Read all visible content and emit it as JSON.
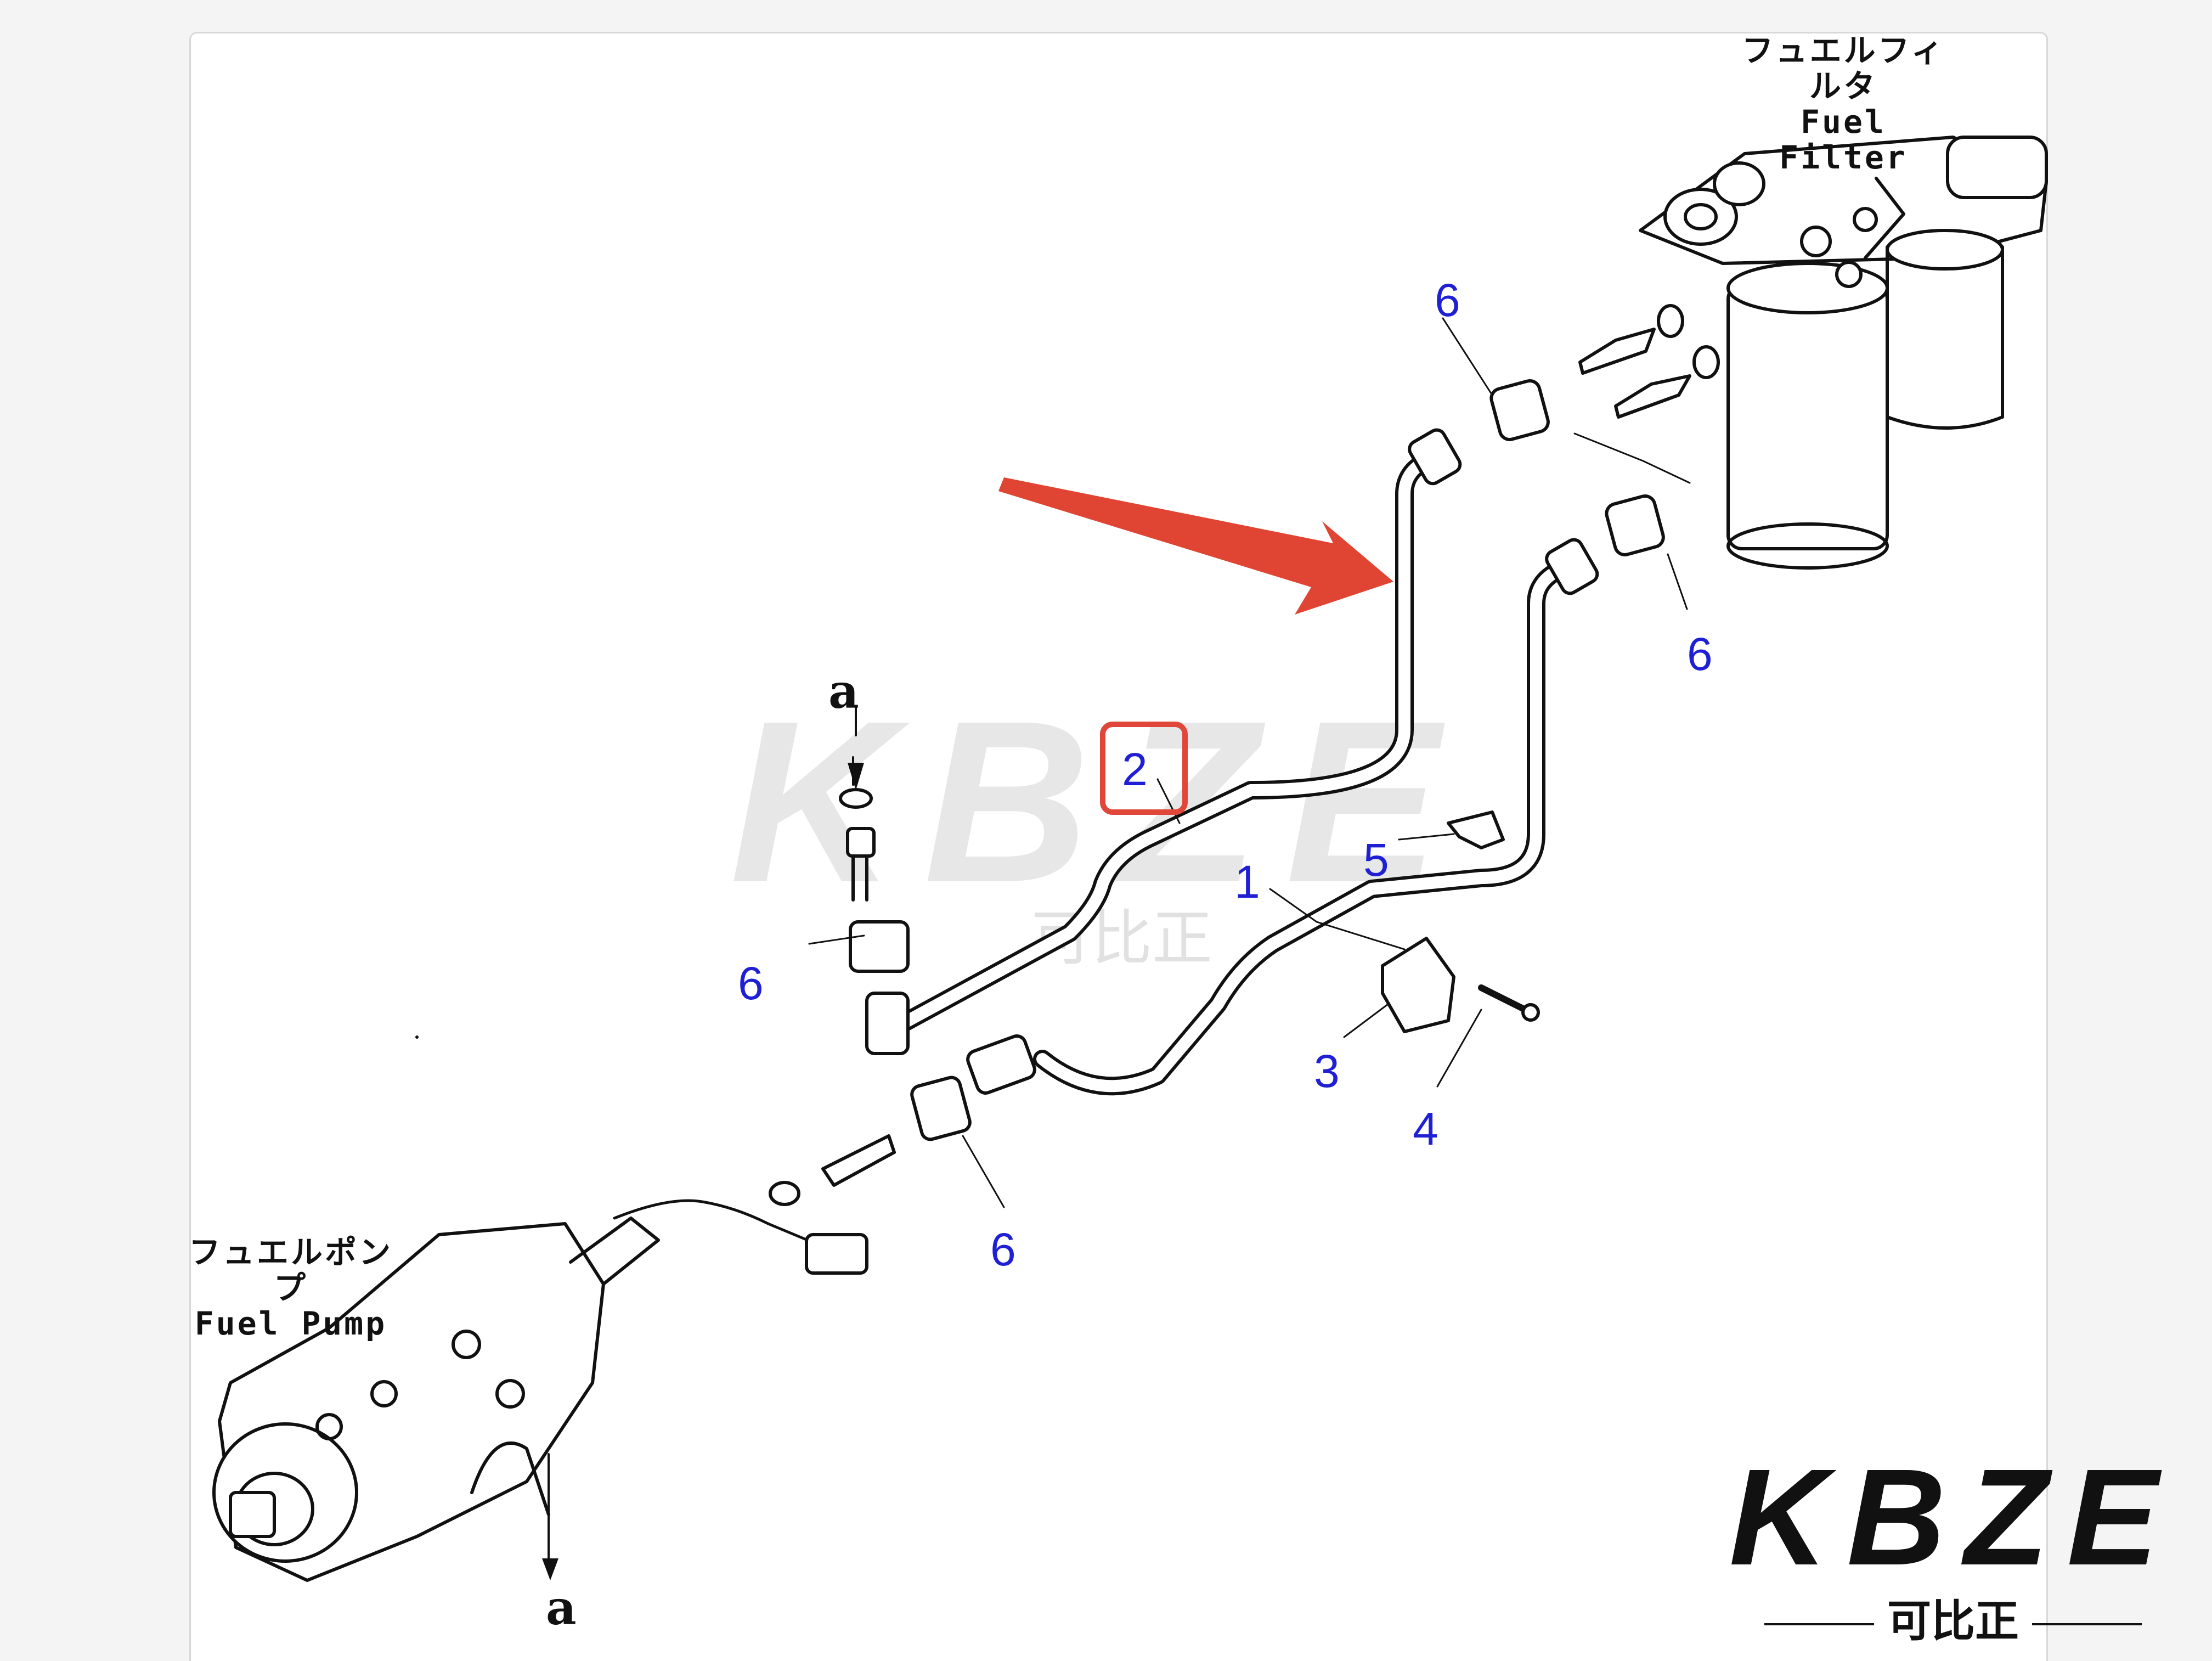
{
  "diagram": {
    "filter_label_jp": "フュエルフィルタ",
    "filter_label_en": "Fuel Filter",
    "pump_label_jp": "フュエルポンプ",
    "pump_label_en": "Fuel Pump",
    "ref_top": "a",
    "ref_bottom": "a",
    "callouts": {
      "c6a": "6",
      "c6b": "6",
      "c6c": "6",
      "c6d": "6",
      "c2": "2",
      "c1": "1",
      "c5": "5",
      "c3": "3",
      "c4": "4"
    },
    "highlight_part": "2"
  },
  "watermark": {
    "text": "KBZE",
    "sub": "可比正"
  },
  "logo": {
    "text": "KBZE",
    "sub": "可比正"
  },
  "colors": {
    "callout": "#1f1fd6",
    "highlight": "#e0473a",
    "arrow": "#e04533",
    "accent": "#f3b073"
  }
}
